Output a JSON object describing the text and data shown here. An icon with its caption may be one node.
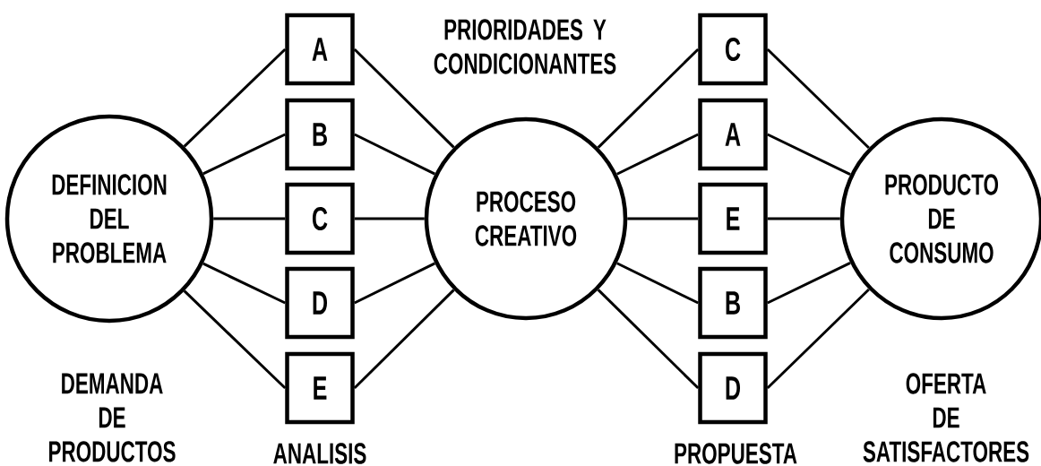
{
  "diagram": {
    "nodes": [
      {
        "text": [
          "DEFINICION DEL PROBLEMA"
        ]
      },
      {
        "text": [
          "A"
        ]
      },
      {
        "text": [
          "B"
        ]
      },
      {
        "text": [
          "C"
        ]
      },
      {
        "text": [
          "D"
        ]
      },
      {
        "text": [
          "E"
        ]
      },
      {
        "text": [
          "PROCESO CREATIVO"
        ]
      },
      {
        "text": [
          "C"
        ]
      },
      {
        "text": [
          "A"
        ]
      },
      {
        "text": [
          "E"
        ]
      },
      {
        "text": [
          "B"
        ]
      },
      {
        "text": [
          "D"
        ]
      },
      {
        "text": [
          "PRODUCTO DE CONSUMO"
        ]
      }
    ],
    "edges": [
      {
        "from": 0,
        "to": 1,
        "arrow": "none"
      },
      {
        "from": 0,
        "to": 2,
        "arrow": "none"
      },
      {
        "from": 0,
        "to": 3,
        "arrow": "none"
      },
      {
        "from": 0,
        "to": 4,
        "arrow": "none"
      },
      {
        "from": 0,
        "to": 5,
        "arrow": "none"
      },
      {
        "from": 1,
        "to": 6,
        "arrow": "none"
      },
      {
        "from": 2,
        "to": 6,
        "arrow": "none"
      },
      {
        "from": 3,
        "to": 6,
        "arrow": "none"
      },
      {
        "from": 4,
        "to": 6,
        "arrow": "none"
      },
      {
        "from": 5,
        "to": 6,
        "arrow": "none"
      },
      {
        "from": 6,
        "to": 7,
        "arrow": "none"
      },
      {
        "from": 6,
        "to": 8,
        "arrow": "none"
      },
      {
        "from": 6,
        "to": 9,
        "arrow": "none"
      },
      {
        "from": 6,
        "to": 10,
        "arrow": "none"
      },
      {
        "from": 6,
        "to": 11,
        "arrow": "none"
      },
      {
        "from": 7,
        "to": 12,
        "arrow": "none"
      },
      {
        "from": 8,
        "to": 12,
        "arrow": "none"
      },
      {
        "from": 9,
        "to": 12,
        "arrow": "none"
      },
      {
        "from": 10,
        "to": 12,
        "arrow": "none"
      },
      {
        "from": 11,
        "to": 12,
        "arrow": "none"
      }
    ],
    "labels": [
      "PRIORIDADES Y CONDICIONANTES",
      "DEMANDA DE PRODUCTOS",
      "ANALISIS",
      "PROPUESTA",
      "OFERTA DE SATISFACTORES"
    ]
  }
}
